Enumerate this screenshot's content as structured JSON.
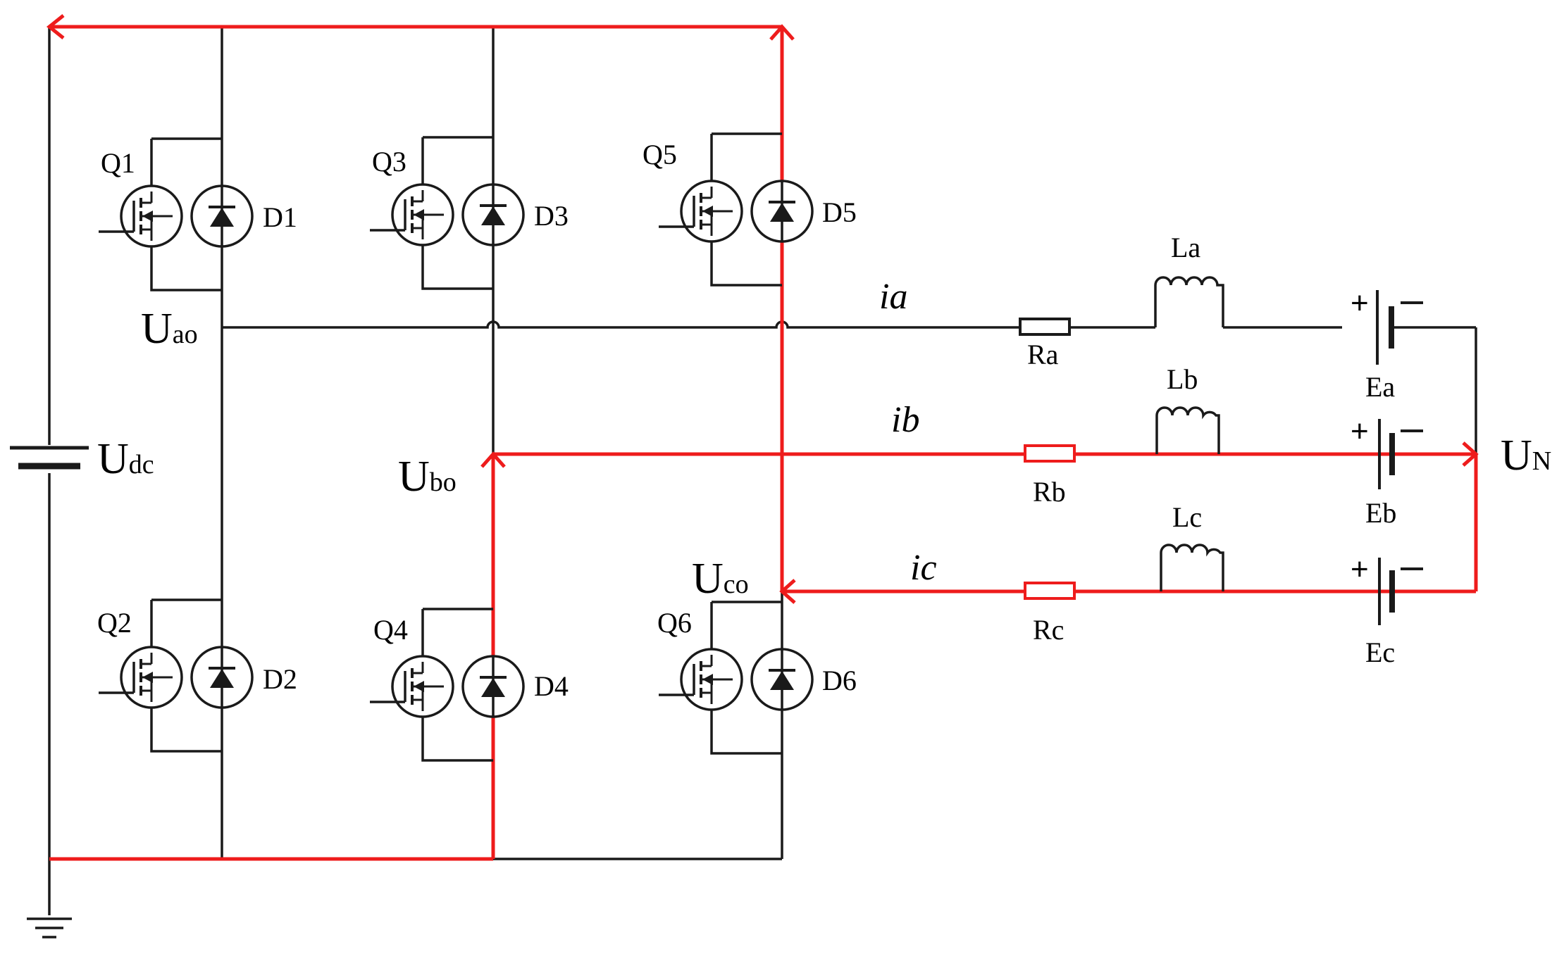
{
  "labels": {
    "switches": [
      "Q1",
      "Q2",
      "Q3",
      "Q4",
      "Q5",
      "Q6"
    ],
    "diodes": [
      "D1",
      "D2",
      "D3",
      "D4",
      "D5",
      "D6"
    ],
    "resistors": [
      "Ra",
      "Rb",
      "Rc"
    ],
    "inductors": [
      "La",
      "Lb",
      "Lc"
    ],
    "sources": [
      "Ea",
      "Eb",
      "Ec"
    ],
    "currents": {
      "a": {
        "main": "i",
        "sub": "a"
      },
      "b": {
        "main": "i",
        "sub": "b"
      },
      "c": {
        "main": "i",
        "sub": "c"
      }
    },
    "voltages": {
      "ao": {
        "main": "U",
        "sub": "ao"
      },
      "bo": {
        "main": "U",
        "sub": "bo"
      },
      "co": {
        "main": "U",
        "sub": "co"
      },
      "dc": {
        "main": "U",
        "sub": "dc"
      },
      "N": {
        "main": "U",
        "sub": "N"
      }
    },
    "plus": "+",
    "minus": "−"
  },
  "colors": {
    "wire": "#1a1a1a",
    "current_path": "#ee1c1c",
    "background": "#ffffff"
  }
}
